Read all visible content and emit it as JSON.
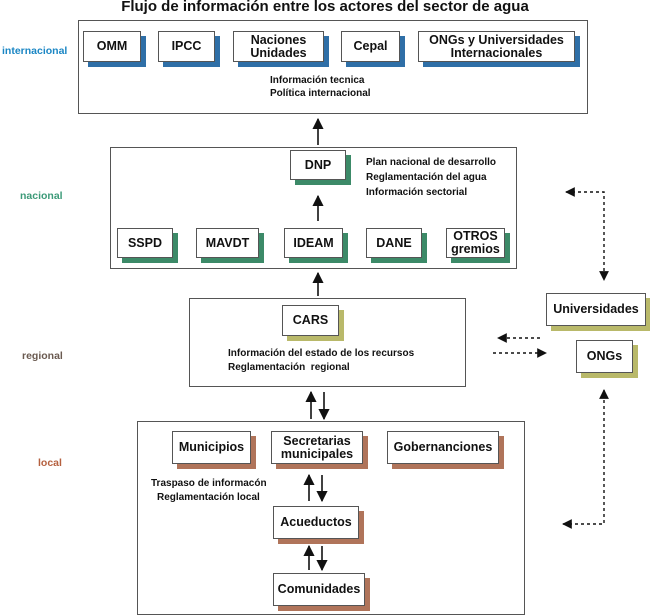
{
  "title": "Flujo de información entre los actores del sector de agua",
  "levels": {
    "internacional": "internacional",
    "nacional": "nacional",
    "regional": "regional",
    "local": "local"
  },
  "level_colors": {
    "internacional": "#1a86c4",
    "nacional": "#3c9a78",
    "regional": "#6a5a50",
    "local": "#b5603f"
  },
  "internacional": {
    "actors": [
      "OMM",
      "IPCC",
      "Naciones Unidades",
      "Cepal",
      "ONGs y Universidades Internacionales"
    ],
    "notes": [
      "Información tecnica",
      "Política internacional"
    ]
  },
  "nacional": {
    "dnp": "DNP",
    "notes": [
      "Plan nacional de desarrollo",
      "Reglamentación del agua",
      "Información sectorial"
    ],
    "actors": [
      "SSPD",
      "MAVDT",
      "IDEAM",
      "DANE",
      "OTROS gremios"
    ]
  },
  "regional": {
    "cars": "CARS",
    "notes": [
      "Información del estado de los recursos",
      "Reglamentación  regional"
    ]
  },
  "local": {
    "municipios": "Municipios",
    "secretarias": "Secretarias municipales",
    "gobernanciones": "Gobernanciones",
    "notes": [
      "Traspaso de informacón",
      "Reglamentación local"
    ],
    "acueductos": "Acueductos",
    "comunidades": "Comunidades"
  },
  "external": {
    "universidades": "Universidades",
    "ongs": "ONGs"
  }
}
